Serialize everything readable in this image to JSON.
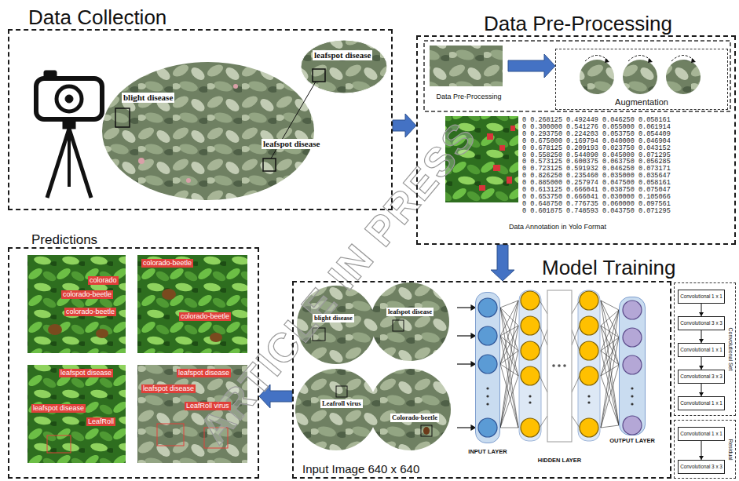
{
  "diagram": {
    "nodes": [
      {
        "text": [
          "Data Collection"
        ]
      },
      {
        "text": [
          "Data Pre-Processing"
        ]
      },
      {
        "text": [
          "Data Pre-Processing"
        ],
        "in": 1
      },
      {
        "text": [
          "Augmentation"
        ],
        "in": 1
      },
      {
        "text": [
          "Model Training"
        ]
      },
      {
        "text": [
          "INPUT LAYER"
        ],
        "in": 4
      },
      {
        "text": [
          "HIDDEN LAYER"
        ],
        "in": 4
      },
      {
        "text": [
          "OUTPUT LAYER"
        ],
        "in": 4
      },
      {
        "text": [
          "Convolutional Set"
        ],
        "in": 4
      },
      {
        "text": [
          "Convolutional 1 x 1"
        ],
        "in": 8
      },
      {
        "text": [
          "Convolutional 3 x 3"
        ],
        "in": 8
      },
      {
        "text": [
          "Convolutional 1 x 1"
        ],
        "in": 8
      },
      {
        "text": [
          "Convolutional 3 x 3"
        ],
        "in": 8
      },
      {
        "text": [
          "Convolutional 1 x 1"
        ],
        "in": 8
      },
      {
        "text": [
          "Residual"
        ],
        "in": 4
      },
      {
        "text": [
          "Convolutional 1 x 1"
        ],
        "in": 14
      },
      {
        "text": [
          "Convolutional 3 x 3"
        ],
        "in": 14
      },
      {
        "text": [
          "Predictions"
        ]
      }
    ],
    "edges": [
      {
        "from": 0,
        "to": 1,
        "arrow": "to"
      },
      {
        "from": 2,
        "to": 3,
        "arrow": "to"
      },
      {
        "from": 1,
        "to": 4,
        "arrow": "to"
      },
      {
        "from": 5,
        "to": 6,
        "arrow": "none"
      },
      {
        "from": 6,
        "to": 7,
        "arrow": "none"
      },
      {
        "from": 9,
        "to": 10,
        "arrow": "to"
      },
      {
        "from": 10,
        "to": 11,
        "arrow": "to"
      },
      {
        "from": 11,
        "to": 12,
        "arrow": "to"
      },
      {
        "from": 12,
        "to": 13,
        "arrow": "to"
      },
      {
        "from": 15,
        "to": 16,
        "arrow": "to"
      },
      {
        "from": 4,
        "to": 17,
        "arrow": "to"
      }
    ],
    "labels": [
      "blight disease",
      "leafspot disease",
      "leafspot disease",
      "0 0.268125 0.492449 0.046250 0.058161",
      "0 0.300000 0.541276 0.055000 0.061914",
      "0 0.293750 0.224203 0.053750 0.054409",
      "0 0.675000 0.169794 0.040000 0.046904",
      "0 0.678125 0.209193 0.023750 0.043152",
      "0 0.558250 0.544090 0.045000 0.071295",
      "0 0.573125 0.600375 0.063750 0.056285",
      "0 0.723125 0.591932 0.046250 0.073171",
      "0 0.826250 0.235460 0.035000 0.035647",
      "0 0.885000 0.257974 0.047500 0.058161",
      "0 0.613125 0.666041 0.038750 0.075047",
      "0 0.653750 0.666041 0.030000 0.105066",
      "0 0.648750 0.776735 0.060000 0.097561",
      "0 0.601875 0.748593 0.043750 0.071295",
      "Data Annotation in Yolo Format",
      "blight disease",
      "leafspot disease",
      "Leafroll virus",
      "Colorado-beetle",
      "Input Image 640 x 640",
      "colorado",
      "colorado-beetle",
      "colorado-beetle",
      "colorado-beetle",
      "colorado-beetle",
      "leafspot disease",
      "leafspot disease",
      "LeafRoll",
      "leafspot disease",
      "leafspot disease",
      "LeafRoll virus",
      "ARTICLE IN PRESS"
    ]
  }
}
